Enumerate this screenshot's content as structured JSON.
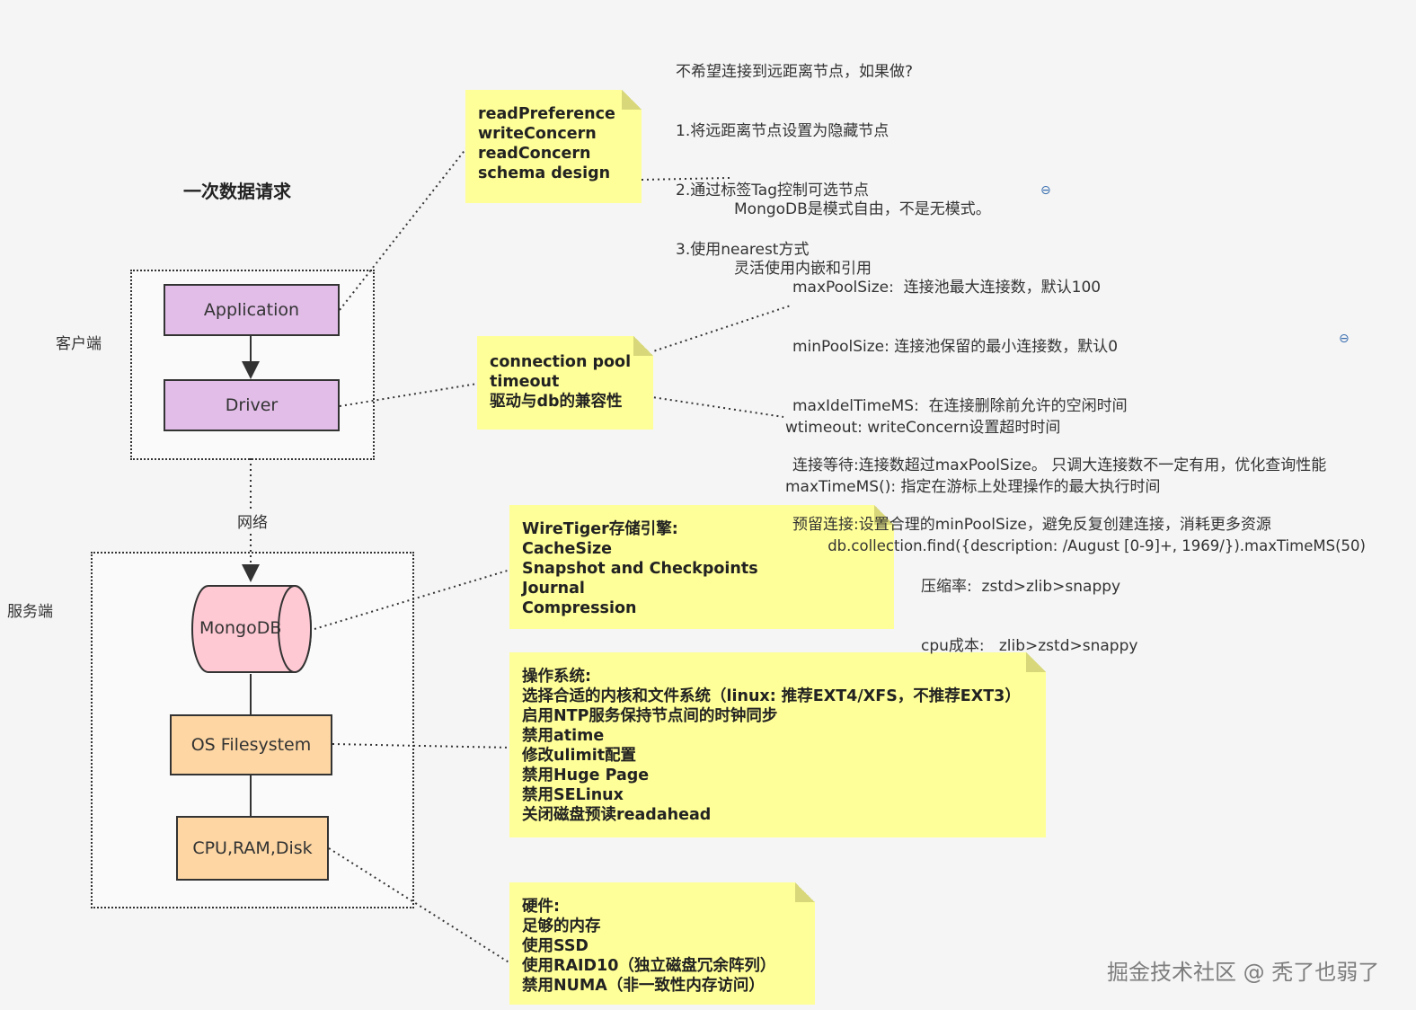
{
  "title": "一次数据请求",
  "client_label": "客户端",
  "server_label": "服务端",
  "network_label": "网络",
  "nodes": {
    "application": "Application",
    "driver": "Driver",
    "mongodb": "MongoDB",
    "os_filesystem": "OS Filesystem",
    "hardware": "CPU,RAM,Disk"
  },
  "notes": {
    "design": [
      "readPreference",
      "writeConcern",
      "readConcern",
      "schema design"
    ],
    "connection": [
      "connection pool",
      "timeout",
      "驱动与db的兼容性"
    ],
    "storage": [
      "WireTiger存储引擎:",
      "CacheSize",
      "Snapshot and Checkpoints",
      "Journal",
      "Compression"
    ],
    "os": [
      "操作系统:",
      "选择合适的内核和文件系统（linux: 推荐EXT4/XFS，不推荐EXT3）",
      "启用NTP服务保持节点间的时钟同步",
      "禁用atime",
      "修改ulimit配置",
      "禁用Huge Page",
      "禁用SELinux",
      "关闭磁盘预读readahead"
    ],
    "hardware": [
      "硬件:",
      "足够的内存",
      "使用SSD",
      "使用RAID10（独立磁盘冗余阵列）",
      "禁用NUMA（非一致性内存访问）"
    ]
  },
  "texts": {
    "nearest": [
      "不希望连接到远距离节点，如果做?",
      "1.将远距离节点设置为隐藏节点",
      "2.通过标签Tag控制可选节点",
      "3.使用nearest方式"
    ],
    "schema": [
      "MongoDB是模式自由，不是无模式。",
      "灵活使用内嵌和引用"
    ],
    "pool": [
      "maxPoolSize:  连接池最大连接数，默认100",
      "minPoolSize: 连接池保留的最小连接数，默认0",
      "maxIdelTimeMS:  在连接删除前允许的空闲时间",
      "连接等待:连接数超过maxPoolSize。 只调大连接数不一定有用，优化查询性能",
      "预留连接:设置合理的minPoolSize，避免反复创建连接，消耗更多资源"
    ],
    "timeout": [
      "wtimeout: writeConcern设置超时时间",
      "maxTimeMS(): 指定在游标上处理操作的最大执行时间",
      "         db.collection.find({description: /August [0-9]+, 1969/}).maxTimeMS(50)"
    ],
    "compression": [
      "压缩率:  zstd>zlib>snappy",
      "cpu成本:   zlib>zstd>snappy"
    ]
  },
  "watermark": "掘金技术社区 @ 秃了也弱了",
  "icons": [
    "link-icon"
  ],
  "colors": {
    "application": "#e1bde8",
    "mongodb": "#ffc9d4",
    "os": "#fdd6a3",
    "note": "#ffff99"
  }
}
